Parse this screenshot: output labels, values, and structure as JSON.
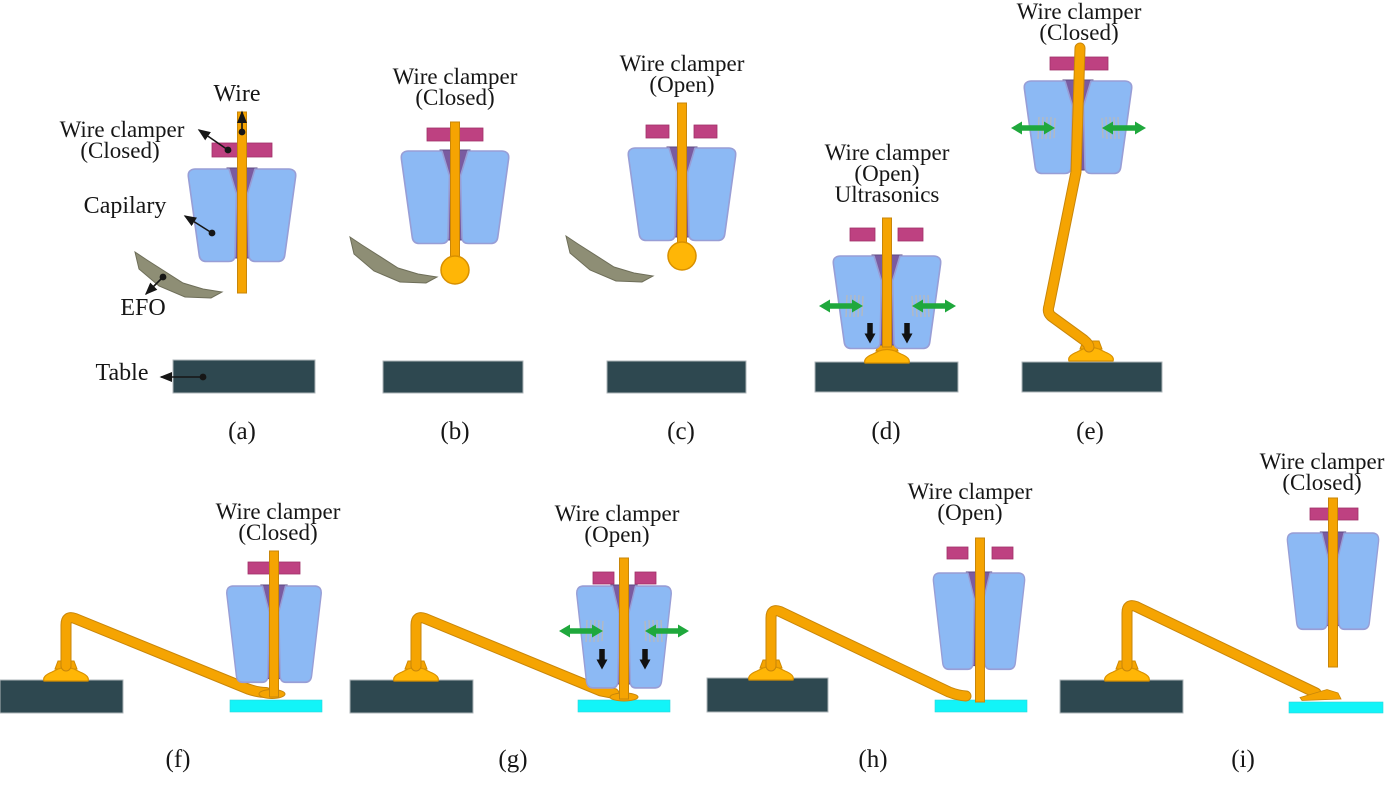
{
  "figure": {
    "type": "wire-bonding process diagram",
    "background": "#FFFFFF"
  },
  "colors": {
    "wire": "#F5A402",
    "ball": "#FFB606",
    "clamper_pink": "#BE4181",
    "capillary_blue": "#8CB9F4",
    "capillary_inner_purple": "#7A5BA0",
    "efo_gray": "#8E8E75",
    "table_dark": "#2E4850",
    "pad_cyan": "#12F4F8",
    "ultrasonic_green": "#1FA83C",
    "force_arrow_black": "#111111"
  },
  "panels": [
    {
      "caption": "(a)",
      "clamper": "Wire clamper",
      "state": "(Closed)",
      "callouts": {
        "wire": "Wire",
        "capillary": "Capilary",
        "efo": "EFO",
        "table": "Table"
      }
    },
    {
      "caption": "(b)",
      "clamper": "Wire clamper",
      "state": "(Closed)"
    },
    {
      "caption": "(c)",
      "clamper": "Wire clamper",
      "state": "(Open)"
    },
    {
      "caption": "(d)",
      "clamper": "Wire clamper",
      "state": "(Open)",
      "extra": "Ultrasonics"
    },
    {
      "caption": "(e)",
      "clamper": "Wire clamper",
      "state": "(Closed)"
    },
    {
      "caption": "(f)",
      "clamper": "Wire clamper",
      "state": "(Closed)"
    },
    {
      "caption": "(g)",
      "clamper": "Wire clamper",
      "state": "(Open)"
    },
    {
      "caption": "(h)",
      "clamper": "Wire clamper",
      "state": "(Open)"
    },
    {
      "caption": "(i)",
      "clamper": "Wire clamper",
      "state": "(Closed)"
    }
  ]
}
